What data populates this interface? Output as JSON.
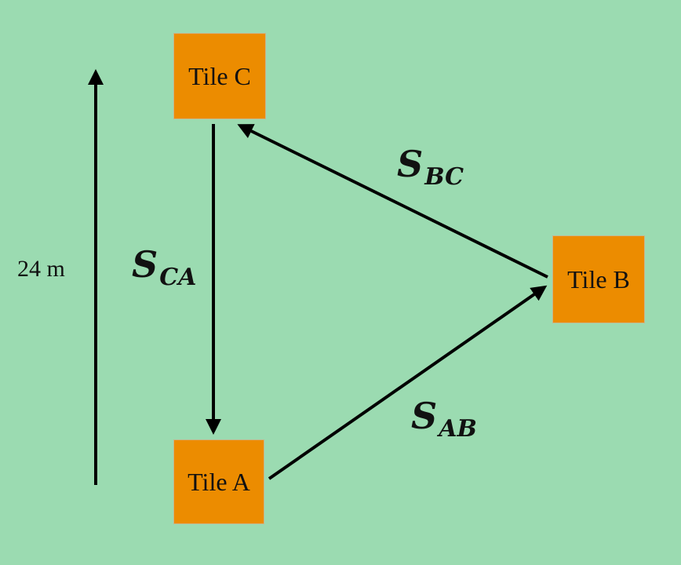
{
  "tiles": {
    "c": "Tile C",
    "b": "Tile B",
    "a": "Tile A"
  },
  "scale": {
    "label": "24 m"
  },
  "vectors": {
    "ca": {
      "main": "S",
      "sub": "CA"
    },
    "bc": {
      "main": "S",
      "sub": "BC"
    },
    "ab": {
      "main": "S",
      "sub": "AB"
    }
  },
  "colors": {
    "background": "#9bdbb1",
    "tile": "#ec8c00",
    "arrow": "#000000"
  }
}
